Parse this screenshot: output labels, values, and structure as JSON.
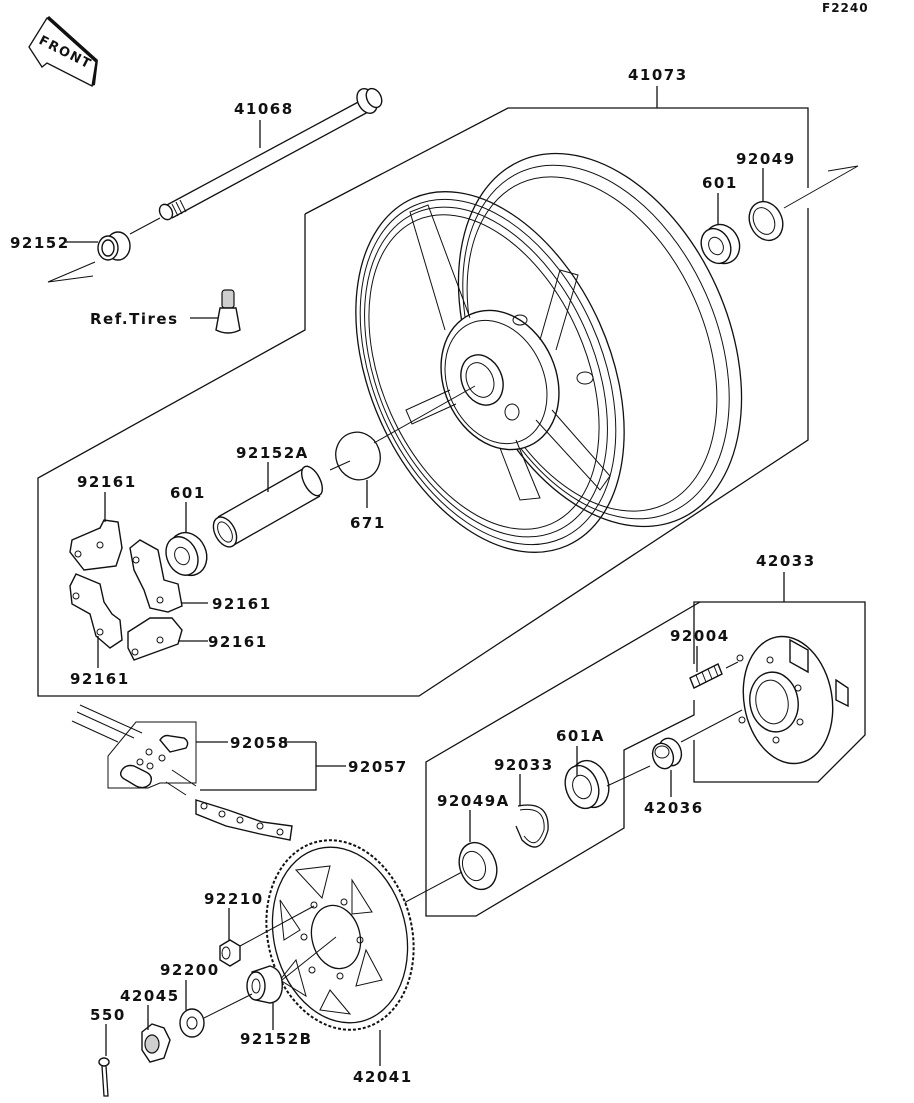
{
  "diagram": {
    "code": "F2240",
    "front_label": "FRONT",
    "parts": {
      "axle": "41068",
      "wheel": "41073",
      "collar_left": "92152",
      "valve_ref": "Ref.Tires",
      "bearing_right": "601",
      "seal_right": "92049",
      "collar_center": "92152A",
      "o_ring": "671",
      "damper_top_left": "92161",
      "bearing_left": "601",
      "damper_mid": "92161",
      "damper_low": "92161",
      "damper_bottom_left": "92161",
      "coupling": "42033",
      "stud": "92004",
      "chain_joint": "92058",
      "chain": "92057",
      "bearing_coupling": "601A",
      "circlip": "92033",
      "seal_coupling": "92049A",
      "collar_coupling": "42036",
      "sprocket_nut": "92210",
      "washer": "92200",
      "axle_nut": "42045",
      "cotter_pin": "550",
      "collar_b": "92152B",
      "sprocket": "42041"
    }
  }
}
